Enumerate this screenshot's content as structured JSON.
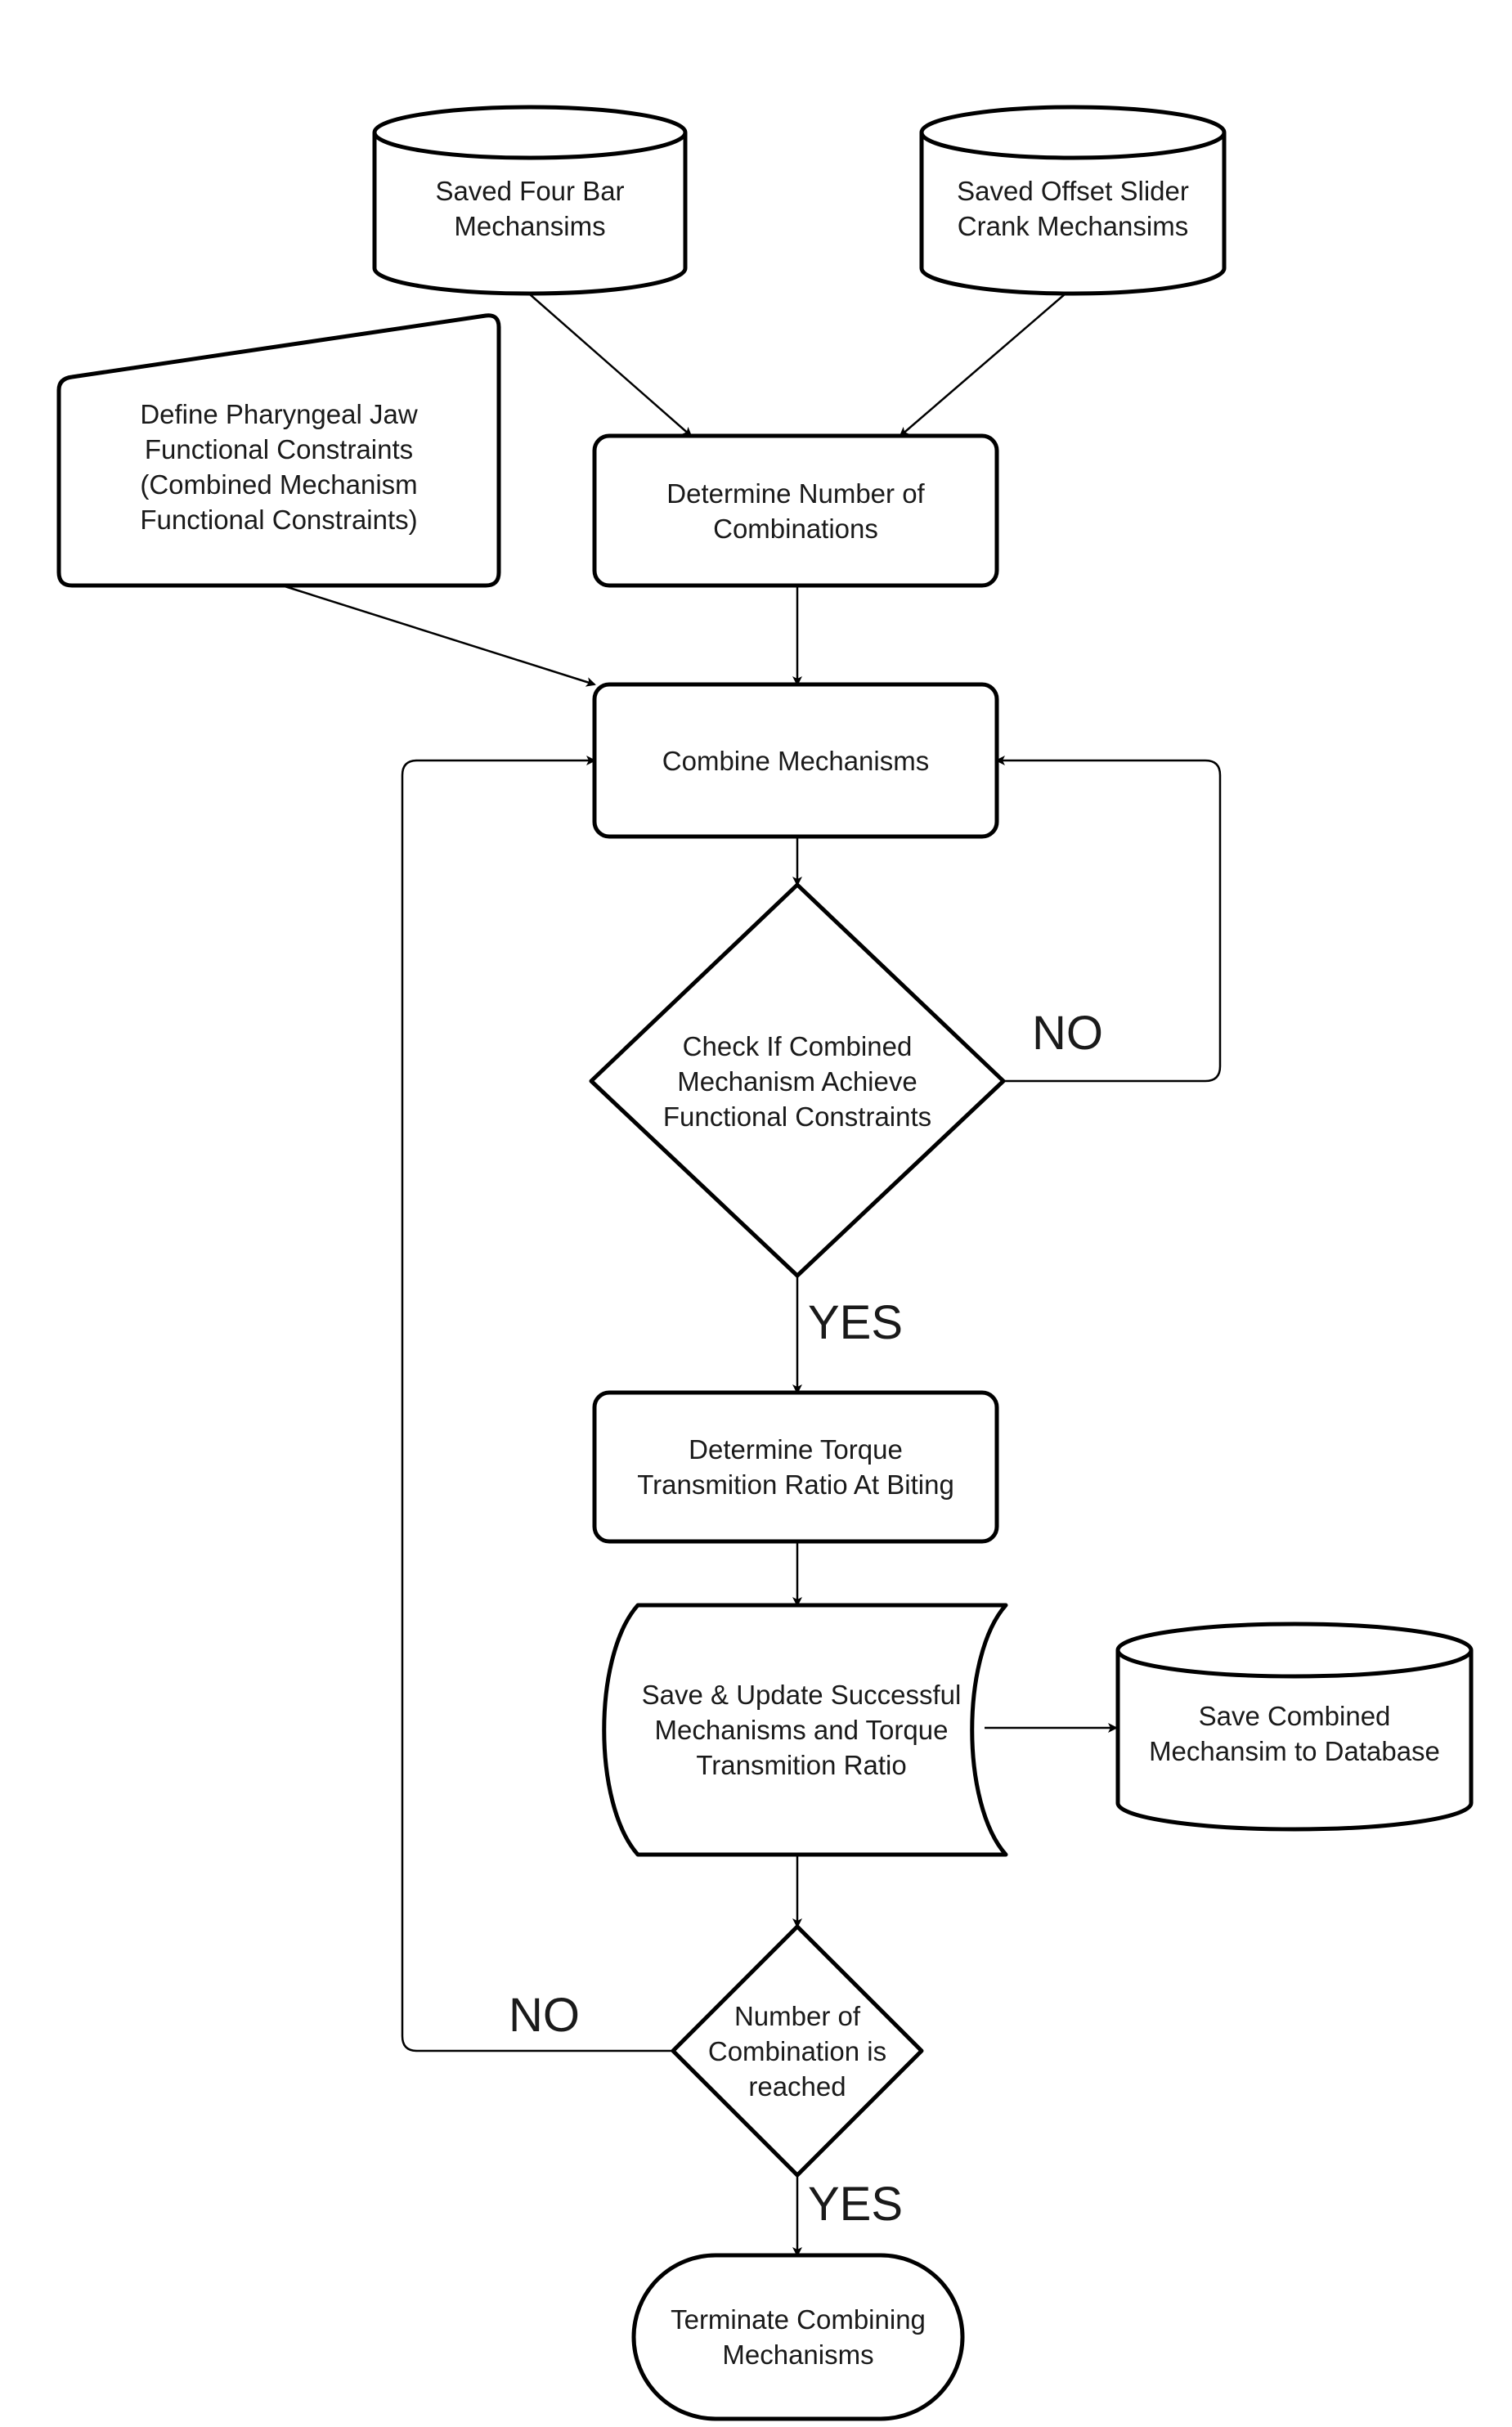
{
  "nodes": {
    "saved_four_bar": [
      "Saved Four Bar",
      "Mechansims"
    ],
    "saved_slider_crank": [
      "Saved Offset Slider",
      "Crank Mechansims"
    ],
    "define_constraints": [
      "Define Pharyngeal Jaw",
      "Functional Constraints",
      "(Combined Mechanism",
      "Functional Constraints)"
    ],
    "determine_combinations": [
      "Determine Number of",
      "Combinations"
    ],
    "combine_mechanisms": [
      "Combine Mechanisms"
    ],
    "check_constraints": [
      "Check If Combined",
      "Mechanism Achieve",
      "Functional Constraints"
    ],
    "determine_torque": [
      "Determine Torque",
      "Transmition Ratio At Biting"
    ],
    "save_update": [
      "Save & Update Successful",
      "Mechanisms and Torque",
      "Transmition Ratio"
    ],
    "save_database": [
      "Save Combined",
      "Mechansim to Database"
    ],
    "number_reached": [
      "Number of",
      "Combination is",
      "reached"
    ],
    "terminate": [
      "Terminate Combining",
      "Mechanisms"
    ]
  },
  "edge_labels": {
    "check_no": "NO",
    "check_yes": "YES",
    "reached_no": "NO",
    "reached_yes": "YES"
  }
}
